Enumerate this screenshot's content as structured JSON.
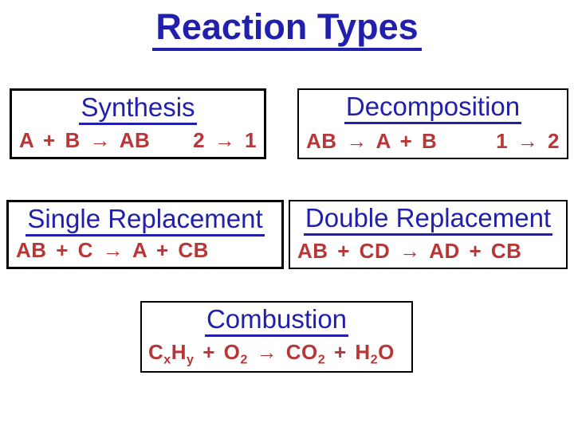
{
  "slide": {
    "title": "Reaction Types",
    "colors": {
      "heading_blue": "#2020AC",
      "equation_red": "#B73636",
      "box_border": "#000000",
      "background": "#FFFFFF"
    },
    "boxes": {
      "synthesis": {
        "title": "Synthesis",
        "equation": "A + B → AB",
        "ratio": "2 → 1"
      },
      "decomposition": {
        "title": "Decomposition",
        "equation": "AB → A + B",
        "ratio": "1 → 2"
      },
      "single_replacement": {
        "title": "Single Replacement",
        "equation": "AB + C → A + CB"
      },
      "double_replacement": {
        "title": "Double Replacement",
        "equation": "AB + CD → AD + CB"
      },
      "combustion": {
        "title": "Combustion",
        "formula": [
          {
            "text": "C"
          },
          {
            "sub": "x"
          },
          {
            "text": "H"
          },
          {
            "sub": "y"
          },
          {
            "text": " + O"
          },
          {
            "sub": "2"
          },
          {
            "text": " → CO"
          },
          {
            "sub": "2"
          },
          {
            "text": " + H"
          },
          {
            "sub": "2"
          },
          {
            "text": "O"
          }
        ]
      }
    }
  }
}
